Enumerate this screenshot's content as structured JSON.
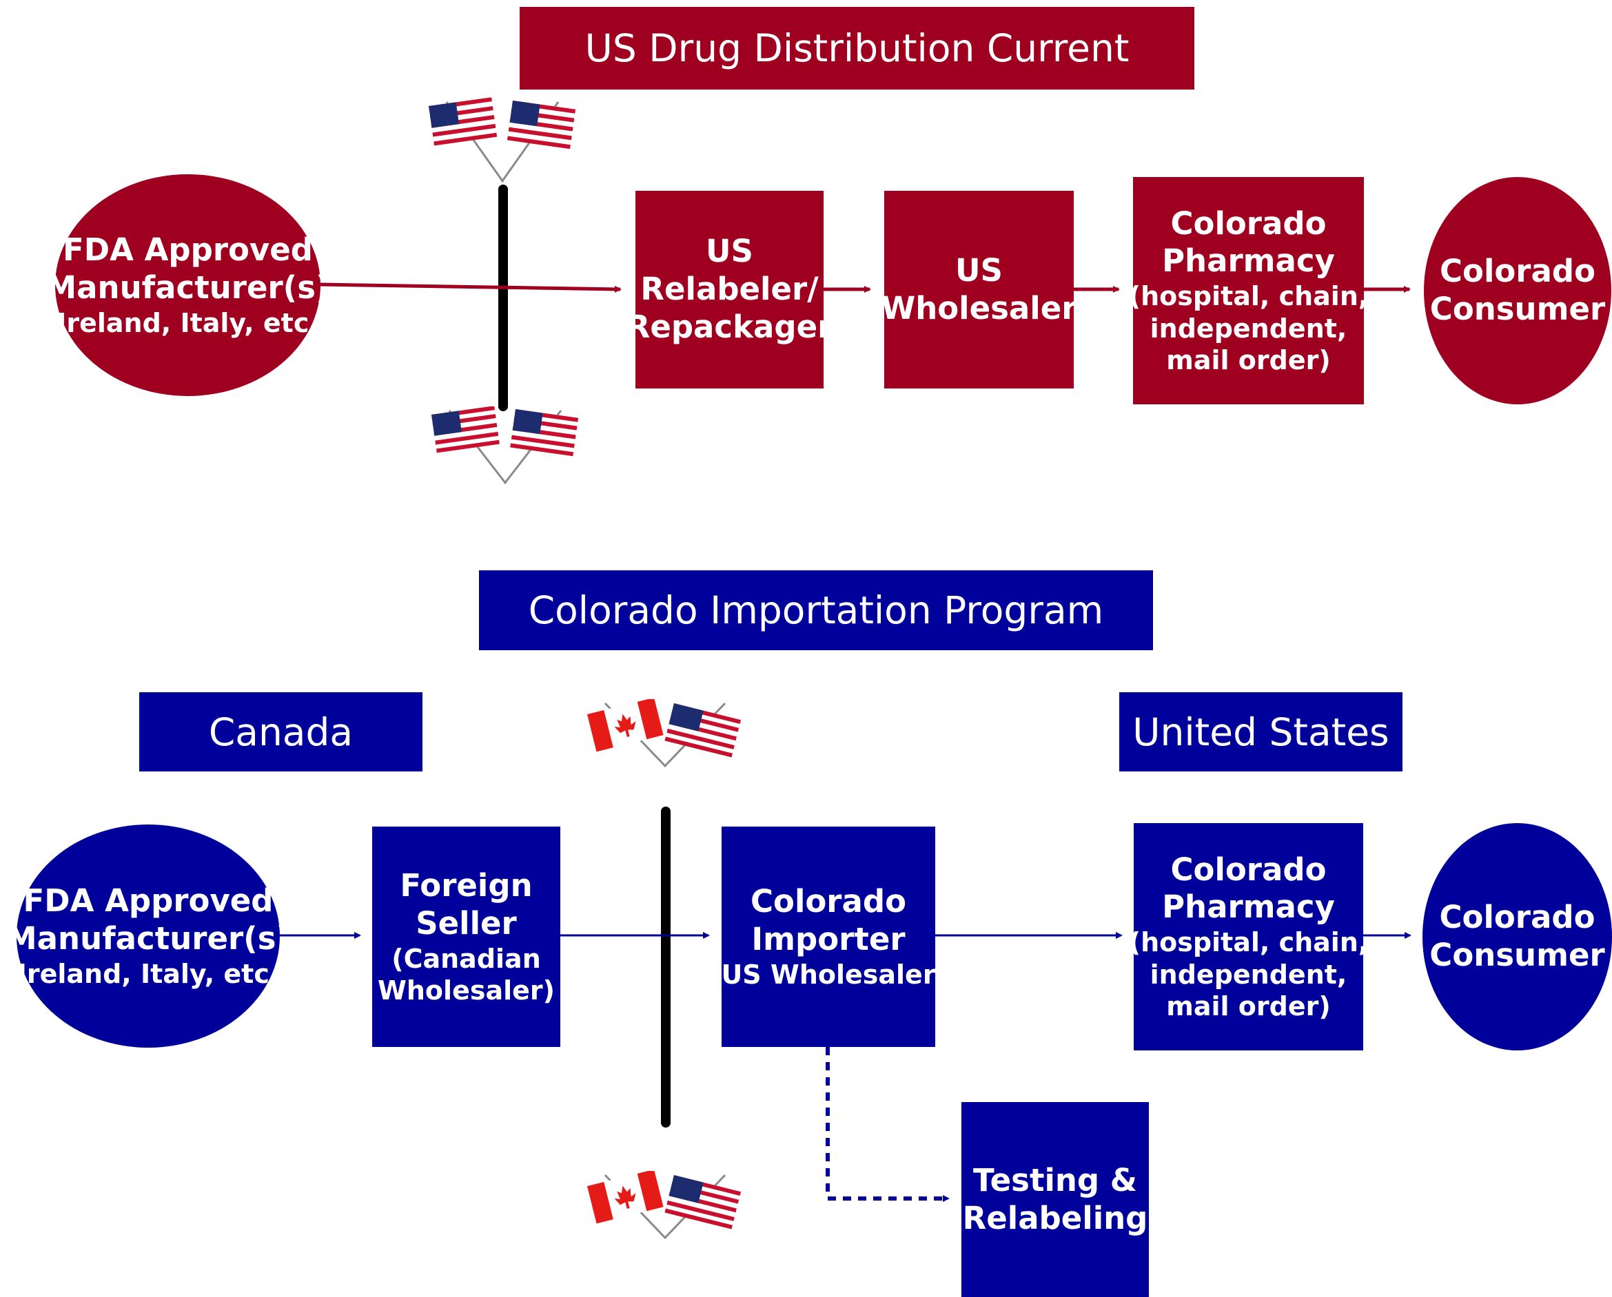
{
  "colors": {
    "us_flow": "#a00020",
    "co_flow": "#00009a",
    "border": "#000000"
  },
  "top": {
    "title": "US Drug Distribution Current",
    "manufacturer": {
      "line1": "FDA Approved",
      "line2": "Manufacturer(s)",
      "line3": "(Ireland, Italy, etc.)"
    },
    "relabeler": {
      "line1": "US",
      "line2": "Relabeler/",
      "line3": "Repackager"
    },
    "wholesaler": {
      "line1": "US",
      "line2": "Wholesaler"
    },
    "pharmacy": {
      "line1": "Colorado",
      "line2": "Pharmacy",
      "line3": "(hospital, chain,",
      "line4": "independent,",
      "line5": "mail order)"
    },
    "consumer": {
      "line1": "Colorado",
      "line2": "Consumer"
    },
    "flags": [
      "us-flag",
      "us-flag"
    ]
  },
  "bottom": {
    "title": "Colorado Importation Program",
    "region_left": "Canada",
    "region_right": "United States",
    "manufacturer": {
      "line1": "FDA Approved",
      "line2": "Manufacturer(s)",
      "line3": "(Ireland, Italy, etc.)"
    },
    "foreign_seller": {
      "line1": "Foreign",
      "line2": "Seller",
      "line3": "(Canadian",
      "line4": "Wholesaler)"
    },
    "importer": {
      "line1": "Colorado",
      "line2": "Importer",
      "line3": "(US Wholesaler)"
    },
    "pharmacy": {
      "line1": "Colorado",
      "line2": "Pharmacy",
      "line3": "(hospital, chain,",
      "line4": "independent,",
      "line5": "mail order)"
    },
    "consumer": {
      "line1": "Colorado",
      "line2": "Consumer"
    },
    "testing": {
      "line1": "Testing &",
      "line2": "Relabeling"
    },
    "flags": [
      "canada-flag",
      "us-flag"
    ]
  }
}
